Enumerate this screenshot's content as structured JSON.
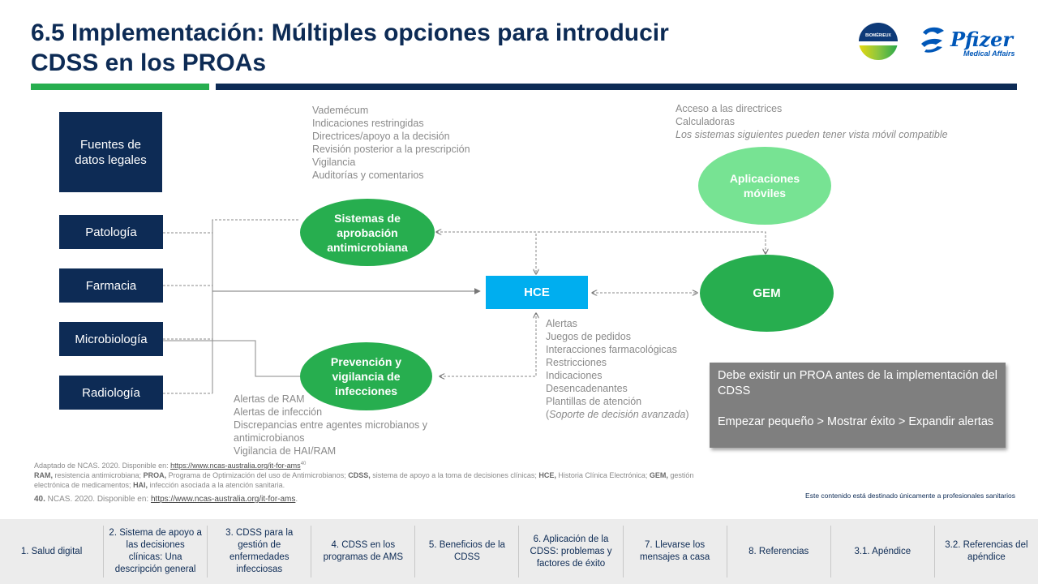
{
  "title": {
    "line1": "6.5 Implementación: Múltiples opciones para introducir",
    "line2": "CDSS en los PROAs"
  },
  "logos": {
    "biomerieux": "BIOMÉRIEUX",
    "pfizer_name": "Pfizer",
    "pfizer_sub": "Medical Affairs"
  },
  "sources": {
    "header": "Fuentes de datos legales",
    "items": [
      "Patología",
      "Farmacia",
      "Microbiología",
      "Radiología"
    ]
  },
  "nodes": {
    "sistemas": "Sistemas de aprobación antimicrobiana",
    "prevencion": "Prevención y vigilancia de infecciones",
    "hce": "HCE",
    "gem": "GEM",
    "apps": "Aplicaciones móviles"
  },
  "lists": {
    "sistemas": [
      "Vademécum",
      "Indicaciones restringidas",
      "Directrices/apoyo a la decisión",
      "Revisión posterior a la prescripción",
      "Vigilancia",
      "Auditorías y comentarios"
    ],
    "apps": [
      "Acceso a las directrices",
      "Calculadoras"
    ],
    "apps_note": "Los sistemas siguientes pueden tener vista móvil compatible",
    "hce": [
      "Alertas",
      "Juegos de pedidos",
      "Interacciones farmacológicas",
      "Restricciones",
      "Indicaciones",
      "Desencadenantes",
      "Plantillas de atención"
    ],
    "hce_note_open": "(",
    "hce_note": "Soporte de decisión avanzada",
    "hce_note_close": ")",
    "prevencion": [
      "Alertas de RAM",
      "Alertas de infección",
      "Discrepancias entre agentes microbianos y",
      "antimicrobianos",
      "Vigilancia de HAI/RAM"
    ]
  },
  "callout": {
    "p1": "Debe existir un PROA antes de la implementación del CDSS",
    "p2": "Empezar pequeño > Mostrar éxito > Expandir alertas"
  },
  "references": {
    "adapted_prefix": "Adaptado de NCAS. 2020. Disponible en: ",
    "adapted_link": "https://www.ncas-australia.org/it-for-ams",
    "adapted_sup": "40",
    "abbr": [
      {
        "term": "RAM,",
        "def": " resistencia antimicrobiana; "
      },
      {
        "term": "PROA,",
        "def": " Programa de Optimización del uso de Antimicrobianos; "
      },
      {
        "term": "CDSS,",
        "def": " sistema de apoyo a la toma de decisiones clínicas; "
      },
      {
        "term": "HCE,",
        "def": " Historia Clínica Electrónica; "
      },
      {
        "term": "GEM,",
        "def": " gestión electrónica de medicamentos; "
      },
      {
        "term": "HAI,",
        "def": " infección asociada a la atención sanitaria."
      }
    ],
    "ref40_num": "40.",
    "ref40_text": " NCAS. 2020. Disponible en: ",
    "ref40_link": "https://www.ncas-australia.org/it-for-ams",
    "ref40_end": "."
  },
  "disclaimer": "Este contenido está destinado únicamente a profesionales sanitarios",
  "footer_nav": [
    "1. Salud digital",
    "2. Sistema de apoyo a las decisiones clínicas: Una descripción general",
    "3. CDSS para la gestión de enfermedades infecciosas",
    "4. CDSS en los programas de AMS",
    "5. Beneficios de la CDSS",
    "6. Aplicación de la CDSS: problemas y factores de éxito",
    "7. Llevarse los mensajes a casa",
    "8. Referencias",
    "3.1. Apéndice",
    "3.2. Referencias del apéndice"
  ],
  "colors": {
    "navy": "#0d2b55",
    "green": "#27ae4f",
    "light_green": "#77e393",
    "hce_blue": "#00aeef",
    "grey_box": "#7f7f7f"
  }
}
